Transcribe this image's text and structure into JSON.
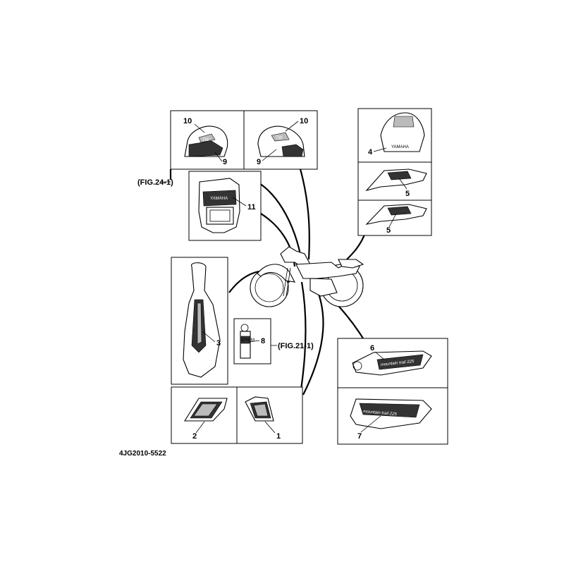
{
  "diagram_code": "4JG2010-5522",
  "figure_refs": {
    "fuel_tank": "(FIG.24-1)",
    "rear_shock": "(FIG.21-1)"
  },
  "callouts": {
    "p1": "1",
    "p2": "2",
    "p3": "3",
    "p4": "4",
    "p5a": "5",
    "p5b": "5",
    "p6": "6",
    "p7": "7",
    "p8": "8",
    "p9a": "9",
    "p9b": "9",
    "p10a": "10",
    "p10b": "10",
    "p11": "11"
  },
  "decal_text": {
    "headlight_brand": "YAMAHA",
    "rear_fender_brand": "YAMAHA",
    "side_cover_model_6": "mountain trail 225",
    "side_cover_model_7": "mountain trail 225",
    "shock_label": "EROM",
    "tank_logo_l": "TW",
    "tank_logo_r": "TW"
  }
}
